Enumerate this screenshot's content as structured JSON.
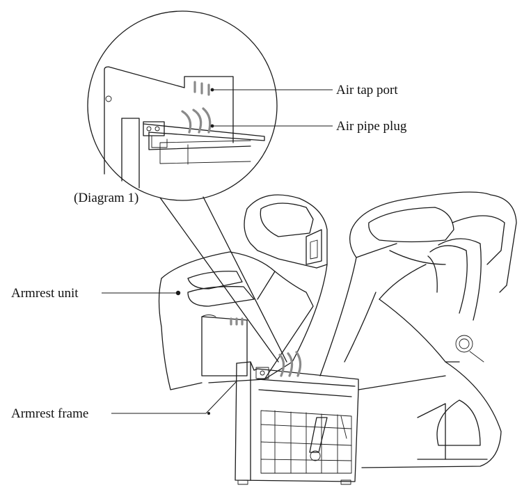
{
  "labels": {
    "air_tap_port": "Air tap port",
    "air_pipe_plug": "Air pipe plug",
    "diagram_caption": "(Diagram 1)",
    "armrest_unit": "Armrest unit",
    "armrest_frame": "Armrest frame"
  },
  "colors": {
    "line": "#1a1a1a",
    "air_pipe": "#8a8a8a",
    "background": "#ffffff"
  }
}
